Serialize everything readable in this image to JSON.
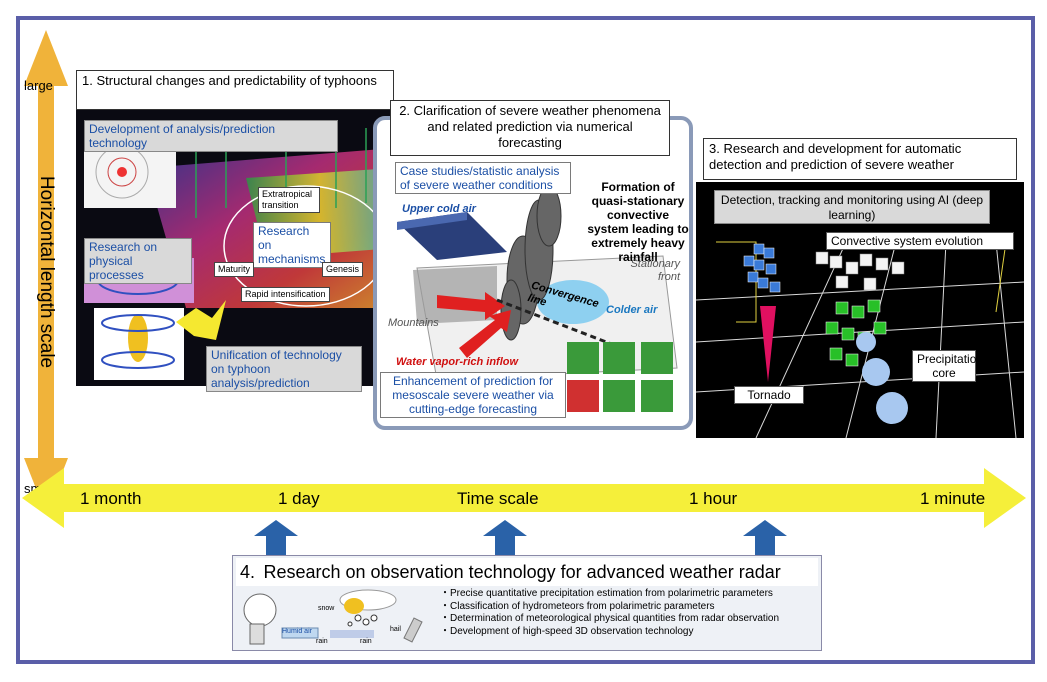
{
  "axes": {
    "vertical_label": "Horizontal length scale",
    "large": "large",
    "small": "small",
    "time_axis": [
      "1 month",
      "1 day",
      "Time scale",
      "1 hour",
      "1 minute"
    ]
  },
  "panel1": {
    "title": "1. Structural changes and predictability of typhoons",
    "dev_box": "Development of analysis/prediction technology",
    "mechanisms": "Research on mechanisms",
    "extratropical": "Extratropical transition",
    "maturity": "Maturity",
    "genesis": "Genesis",
    "rapid": "Rapid intensification",
    "physical": "Research on physical processes",
    "unification": "Unification of technology on typhoon analysis/prediction"
  },
  "panel2": {
    "title": "2. Clarification of severe weather phenomena and related prediction via numerical forecasting",
    "case_studies": "Case studies/statistic analysis of severe weather conditions",
    "formation": "Formation of quasi-stationary convective system leading to extremely heavy rainfall",
    "upper_cold": "Upper cold air",
    "stationary_front": "Stationary front",
    "colder_air": "Colder air",
    "convergence": "Convergence line",
    "mountains": "Mountains",
    "inflow": "Water vapor-rich inflow",
    "enhancement": "Enhancement of prediction for mesoscale severe weather via cutting-edge forecasting"
  },
  "panel3": {
    "title": "3. Research and development for automatic detection and prediction of severe weather",
    "detection": "Detection, tracking and monitoring using AI (deep learning)",
    "convective": "Convective system evolution",
    "precip_core": "Precipitation core",
    "tornado": "Tornado"
  },
  "panel4": {
    "title_num": "4.",
    "title": "Research on observation technology for advanced weather radar",
    "bullets": [
      "・Precise quantitative precipitation estimation from polarimetric parameters",
      "・Classification of hydrometeors from polarimetric parameters",
      "・Determination of meteorological physical quantities from radar observation",
      "・Development of high-speed 3D observation technology"
    ],
    "humid_air": "Humid air",
    "snow": "snow",
    "rain": "rain",
    "hail": "hail",
    "rain2": "rain"
  },
  "colors": {
    "frame": "#5a5ea8",
    "arrow_yellow": "#f5ef3a",
    "vertical_orange": "#f0b33a",
    "up_arrow_blue": "#2a62a8",
    "label_blue": "#1b4fa5"
  }
}
